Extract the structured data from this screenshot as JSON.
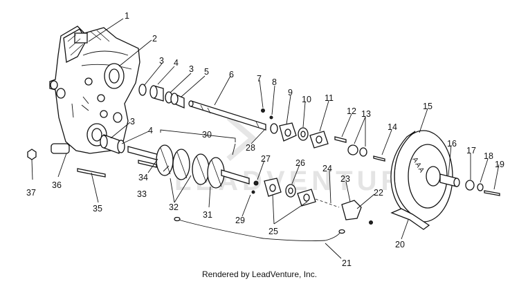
{
  "watermark": "LEADVENTURE",
  "credit": "Rendered by LeadVenture, Inc.",
  "pulley_lettering": "A A A",
  "callouts": [
    "1",
    "2",
    "3",
    "4",
    "3",
    "5",
    "6",
    "7",
    "8",
    "9",
    "10",
    "11",
    "12",
    "13",
    "14",
    "15",
    "16",
    "17",
    "18",
    "19",
    "3",
    "4",
    "30",
    "28",
    "27",
    "26",
    "24",
    "23",
    "22",
    "34",
    "33",
    "32",
    "31",
    "29",
    "25",
    "37",
    "36",
    "35",
    "21",
    "20"
  ]
}
